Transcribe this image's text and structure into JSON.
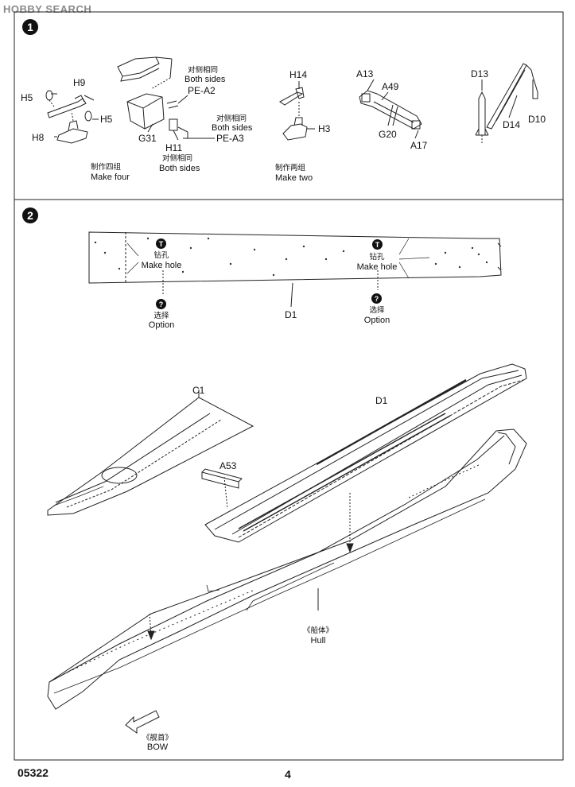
{
  "watermark": "HOBBY SEARCH",
  "footer": {
    "code": "05322",
    "page": "4"
  },
  "step1": {
    "number": "1",
    "parts": {
      "h5a": "H5",
      "h9": "H9",
      "h5b": "H5",
      "h8": "H8",
      "g31": "G31",
      "pe_a2": "PE-A2",
      "h11": "H11",
      "pe_a3": "PE-A3",
      "h14": "H14",
      "h3": "H3",
      "a13": "A13",
      "a49": "A49",
      "g20": "G20",
      "a17": "A17",
      "d13": "D13",
      "d14": "D14",
      "d10": "D10"
    },
    "notes": {
      "both_sides_cn_1": "对侧相同",
      "both_sides_en_1": "Both sides",
      "both_sides_cn_2": "对侧相同",
      "both_sides_en_2": "Both sides",
      "both_sides_cn_3": "对侧相同",
      "both_sides_en_3": "Both sides",
      "make_four_cn": "制作四组",
      "make_four_en": "Make four",
      "make_two_cn": "制作两组",
      "make_two_en": "Make two"
    }
  },
  "step2": {
    "number": "2",
    "parts": {
      "d1_top": "D1",
      "c1": "C1",
      "d1_mid": "D1",
      "a53": "A53"
    },
    "notes": {
      "drill_cn_1": "钻孔",
      "drill_en_1": "Make hole",
      "drill_cn_2": "钻孔",
      "drill_en_2": "Make hole",
      "option_cn_1": "选择",
      "option_en_1": "Option",
      "option_cn_2": "选择",
      "option_en_2": "Option",
      "hull_cn": "《船体》",
      "hull_en": "Hull",
      "bow_cn": "《舰首》",
      "bow_en": "BOW"
    },
    "symbols": {
      "drill": "T",
      "option": "?"
    }
  }
}
